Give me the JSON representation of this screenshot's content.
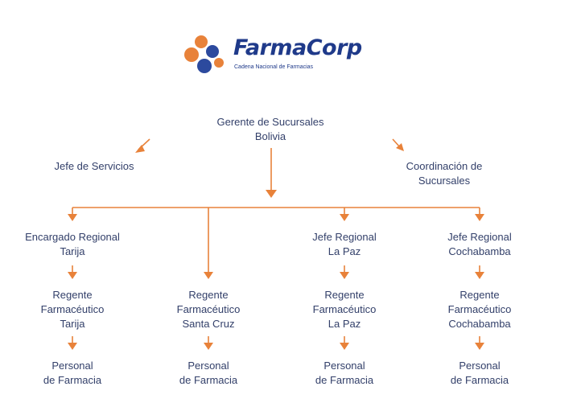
{
  "brand": {
    "name": "FarmaCorp",
    "tagline": "Cadena Nacional de Farmacias",
    "logo_icon": "flower-dots-icon",
    "colors": {
      "orange": "#e8823a",
      "blue": "#1f3a8a",
      "text": "#33406a"
    }
  },
  "nodes": {
    "gerente": "Gerente de Sucursales\nBolivia",
    "jefe_servicios": "Jefe de Servicios",
    "coordinacion": "Coordinación de\nSucursales",
    "encargado_tarija": "Encargado Regional\nTarija",
    "jefe_la_paz": "Jefe Regional\nLa Paz",
    "jefe_cochabamba": "Jefe Regional\nCochabamba",
    "regente_tarija": "Regente\nFarmacéutico\nTarija",
    "regente_santa_cruz": "Regente\nFarmacéutico\nSanta Cruz",
    "regente_la_paz": "Regente\nFarmacéutico\nLa Paz",
    "regente_cochabamba": "Regente\nFarmacéutico\nCochabamba",
    "personal_1": "Personal\nde Farmacia",
    "personal_2": "Personal\nde Farmacia",
    "personal_3": "Personal\nde Farmacia",
    "personal_4": "Personal\nde Farmacia"
  }
}
